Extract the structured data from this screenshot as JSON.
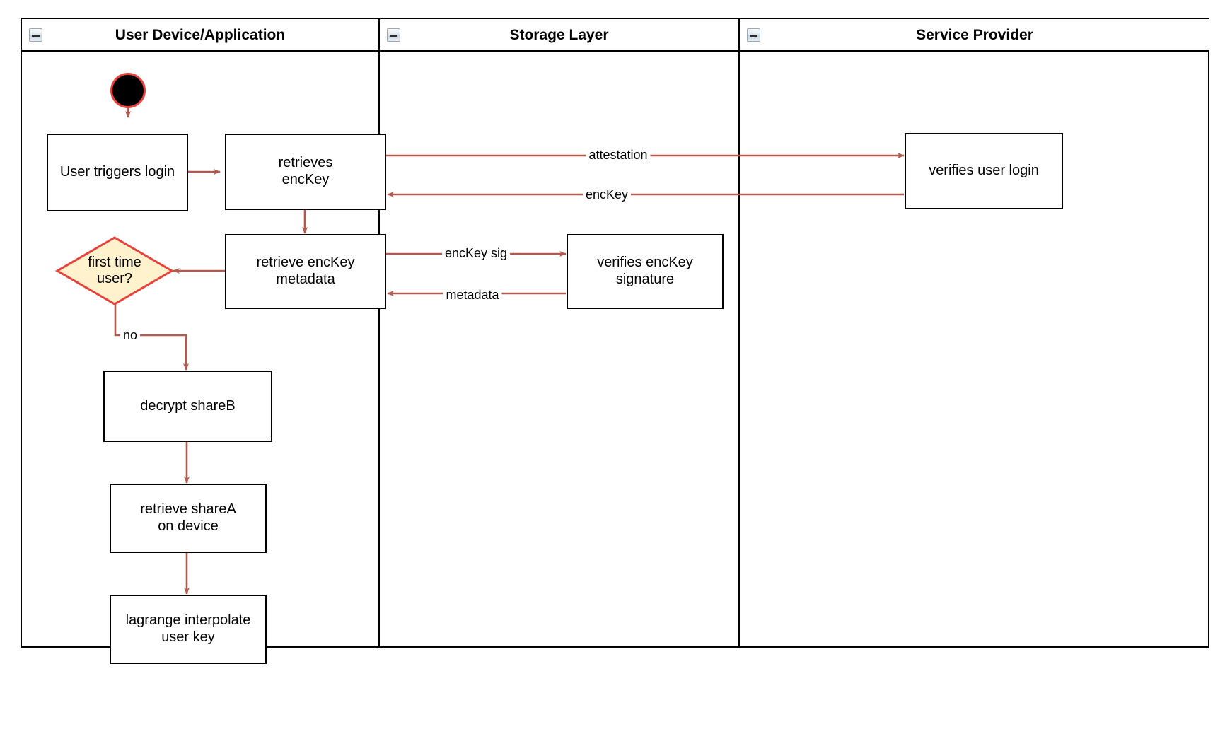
{
  "diagram": {
    "type": "swimlane-activity-diagram",
    "accent_edge_color": "#b05a50",
    "node_border_color": "#000000",
    "decision_fill_color": "#fff2cc",
    "decision_border_color": "#e8403a",
    "start_node_ring_color": "#e8403a"
  },
  "lanes": [
    {
      "id": "lane-user-device",
      "title": "User Device/Application",
      "collapse_icon": "collapse-minus-icon"
    },
    {
      "id": "lane-storage",
      "title": "Storage Layer",
      "collapse_icon": "collapse-minus-icon"
    },
    {
      "id": "lane-service-provider",
      "title": "Service Provider",
      "collapse_icon": "collapse-minus-icon"
    }
  ],
  "nodes": [
    {
      "id": "start",
      "type": "start",
      "label": ""
    },
    {
      "id": "user-triggers-login",
      "type": "activity",
      "label": "User triggers login"
    },
    {
      "id": "retrieves-enckey",
      "type": "activity",
      "label": "retrieves\nencKey"
    },
    {
      "id": "retrieve-enckey-metadata",
      "type": "activity",
      "label": "retrieve encKey\nmetadata"
    },
    {
      "id": "first-time-user",
      "type": "decision",
      "label": "first time\nuser?"
    },
    {
      "id": "decrypt-shareb",
      "type": "activity",
      "label": "decrypt shareB"
    },
    {
      "id": "retrieve-sharea-on-device",
      "type": "activity",
      "label": "retrieve shareA\non device"
    },
    {
      "id": "lagrange-interpolate-user-key",
      "type": "activity",
      "label": "lagrange interpolate\nuser key"
    },
    {
      "id": "verifies-enckey-signature",
      "type": "activity",
      "label": "verifies encKey\nsignature"
    },
    {
      "id": "verifies-user-login",
      "type": "activity",
      "label": "verifies user login"
    }
  ],
  "edges": [
    {
      "id": "edge-start-to-login",
      "from": "start",
      "to": "user-triggers-login",
      "label": ""
    },
    {
      "id": "edge-login-to-retrieves",
      "from": "user-triggers-login",
      "to": "retrieves-enckey",
      "label": ""
    },
    {
      "id": "edge-attestation",
      "from": "retrieves-enckey",
      "to": "verifies-user-login",
      "label": "attestation"
    },
    {
      "id": "edge-enckey",
      "from": "verifies-user-login",
      "to": "retrieves-enckey",
      "label": "encKey"
    },
    {
      "id": "edge-retrieves-to-metadata",
      "from": "retrieves-enckey",
      "to": "retrieve-enckey-metadata",
      "label": ""
    },
    {
      "id": "edge-enckey-sig",
      "from": "retrieve-enckey-metadata",
      "to": "verifies-enckey-signature",
      "label": "encKey sig"
    },
    {
      "id": "edge-metadata",
      "from": "verifies-enckey-signature",
      "to": "retrieve-enckey-metadata",
      "label": "metadata"
    },
    {
      "id": "edge-metadata-to-decision",
      "from": "retrieve-enckey-metadata",
      "to": "first-time-user",
      "label": ""
    },
    {
      "id": "edge-decision-no",
      "from": "first-time-user",
      "to": "decrypt-shareb",
      "label": "no"
    },
    {
      "id": "edge-decrypt-to-retrieve",
      "from": "decrypt-shareb",
      "to": "retrieve-sharea-on-device",
      "label": ""
    },
    {
      "id": "edge-retrieve-to-lagrange",
      "from": "retrieve-sharea-on-device",
      "to": "lagrange-interpolate-user-key",
      "label": ""
    }
  ]
}
